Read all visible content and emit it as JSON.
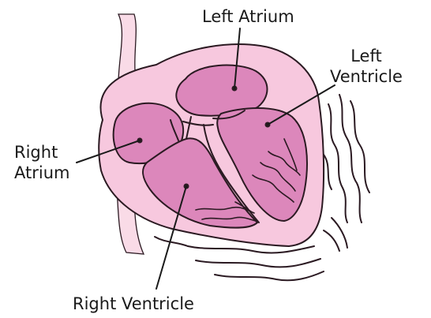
{
  "labels": {
    "left_atrium": "Left Atrium",
    "left_ventricle_line1": "Left",
    "left_ventricle_line2": "Ventricle",
    "right_atrium_line1": "Right",
    "right_atrium_line2": "Atrium",
    "right_ventricle": "Right Ventricle"
  },
  "colors": {
    "outer_wall": "#f7c8de",
    "outer_stroke": "#2b1a22",
    "chamber_fill": "#dc87bb",
    "vessel": "#f9dbe7",
    "pericardium": "#2b1a22",
    "leader_line": "#1a1a1a",
    "text": "#1a1a1a"
  }
}
